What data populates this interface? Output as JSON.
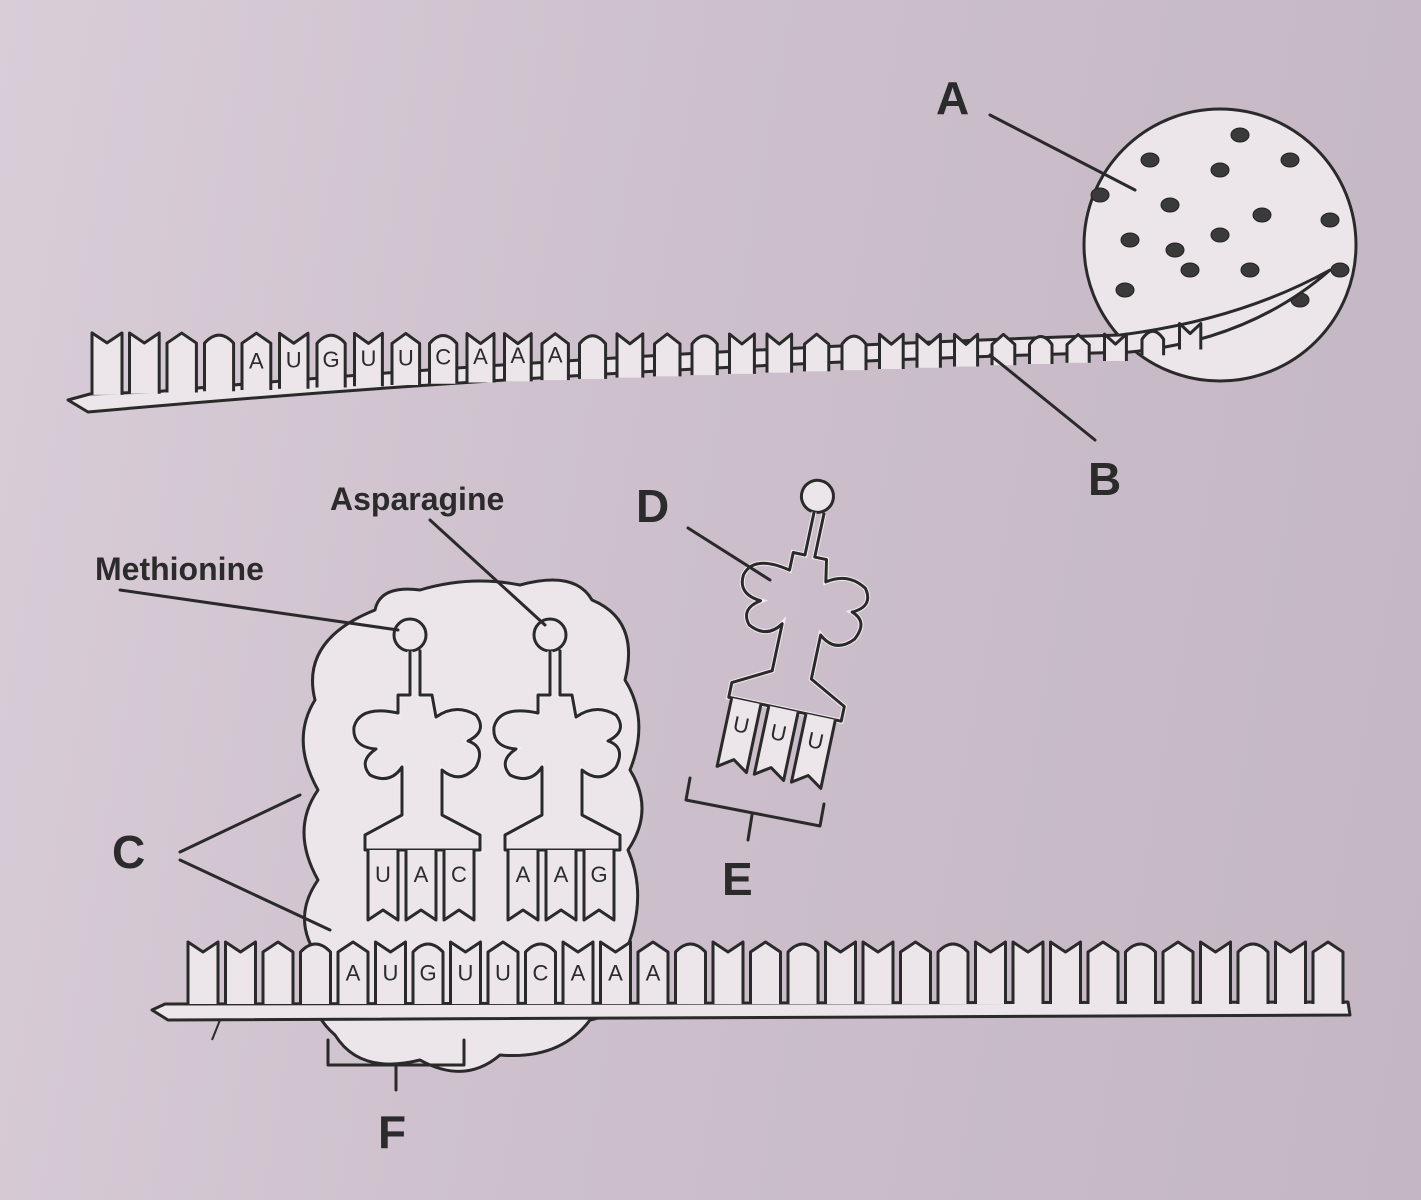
{
  "labels": {
    "a": "A",
    "b": "B",
    "c": "C",
    "d": "D",
    "e": "E",
    "f": "F",
    "methionine": "Methionine",
    "asparagine": "Asparagine"
  },
  "top_mrna": {
    "bases": [
      "A",
      "U",
      "G",
      "U",
      "U",
      "C",
      "A",
      "A",
      "A"
    ]
  },
  "bottom_mrna": {
    "bases": [
      "A",
      "U",
      "G",
      "U",
      "U",
      "C",
      "A",
      "A",
      "A"
    ]
  },
  "trna_left": {
    "anticodon": [
      "U",
      "A",
      "C"
    ]
  },
  "trna_middle": {
    "anticodon": [
      "A",
      "A",
      "G"
    ]
  },
  "trna_free": {
    "anticodon": [
      "U",
      "U",
      "U"
    ]
  }
}
